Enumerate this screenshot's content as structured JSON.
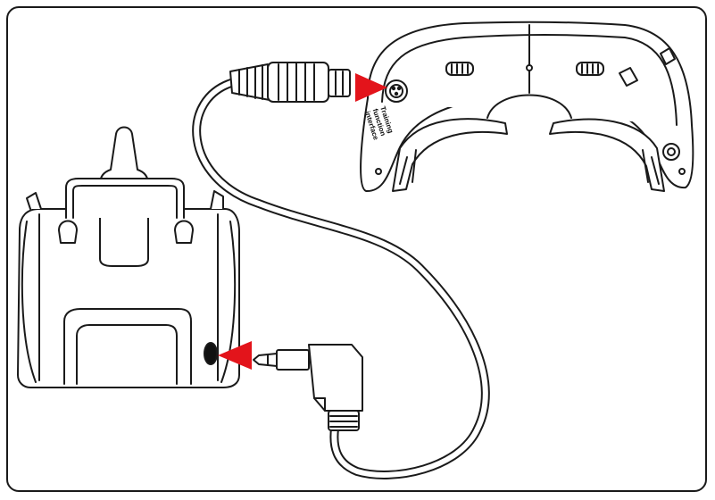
{
  "goggles": {
    "port_label_lines": [
      "Training",
      "function",
      "interface"
    ]
  },
  "colors": {
    "arrow": "#e3141b",
    "line": "#1a1a1a",
    "fill": "#ffffff"
  },
  "icons": {
    "goggles": "fpv-goggles-icon",
    "transmitter": "rc-transmitter-icon",
    "cable": "audio-cable-icon"
  }
}
